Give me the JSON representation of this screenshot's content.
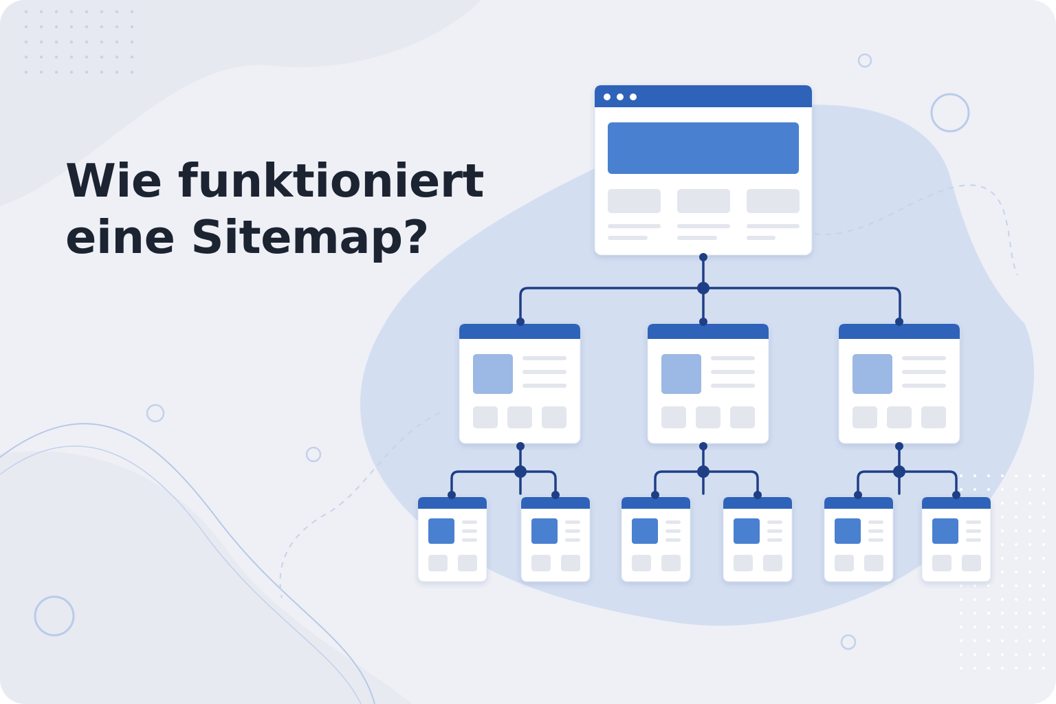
{
  "heading": {
    "line1": "Wie funktioniert",
    "line2": "eine Sitemap?"
  },
  "colors": {
    "background": "#eef0f6",
    "blob": "#cfdbf0",
    "header_blue": "#2f63b9",
    "banner_blue": "#4a80d0",
    "thumb_blue": "#9cb8e4",
    "connector": "#1e3f86",
    "placeholder_gray": "#e3e6ed",
    "title_text": "#1c2331"
  },
  "sitemap": {
    "levels": [
      {
        "level": "home",
        "count": 1
      },
      {
        "level": "category",
        "count": 3
      },
      {
        "level": "subpage",
        "count": 6
      }
    ],
    "children_per_category": 2,
    "icons": [
      "window-dots-icon",
      "page-icon",
      "connector-node-icon"
    ]
  }
}
